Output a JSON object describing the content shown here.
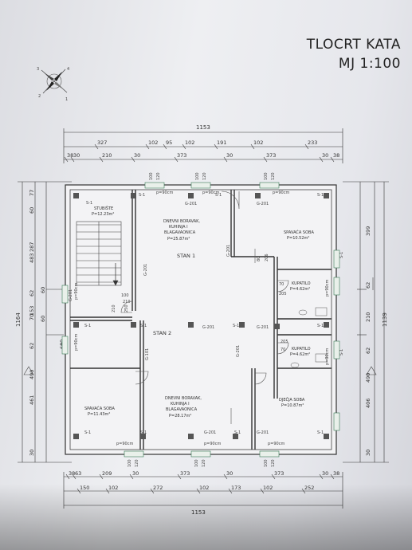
{
  "title": {
    "line1": "TLOCRT KATA",
    "line2": "MJ 1:100"
  },
  "dims": {
    "top_total": "1153",
    "top_row1": [
      "327",
      "102",
      "95",
      "102",
      "191",
      "102",
      "233"
    ],
    "top_row2": [
      "38",
      "30",
      "210",
      "30",
      "373",
      "30",
      "373",
      "30",
      "38"
    ],
    "bottom_row1": [
      "38",
      "63",
      "209",
      "30",
      "373",
      "30",
      "373",
      "30",
      "38"
    ],
    "bottom_row2": [
      "150",
      "102",
      "272",
      "102",
      "173",
      "102",
      "252"
    ],
    "bottom_total": "1153",
    "left_total": "1164",
    "left_row": [
      "77",
      "60",
      "287",
      "483",
      "62",
      "153",
      "70",
      "62",
      "490",
      "461",
      "30"
    ],
    "left_misc": [
      "60",
      "60",
      "60",
      "60"
    ],
    "right_total": "1139",
    "right_row": [
      "399",
      "62",
      "210",
      "62",
      "490",
      "406",
      "30"
    ]
  },
  "rooms": {
    "stubiste": {
      "name": "STUBIŠTE",
      "area": "P=12.23m²"
    },
    "boravak1": {
      "l1": "DNEVNI BORAVAK,",
      "l2": "KUHINJA I",
      "l3": "BLAGAVAONICA",
      "area": "P=25.87m²"
    },
    "spavaca1": {
      "name": "SPAVAĆA SOBA",
      "area": "P=10.52m²"
    },
    "kupatilo1": {
      "name": "KUPATILO",
      "area": "P=4.62m²"
    },
    "kupatilo2": {
      "name": "KUPATILO",
      "area": "P=4.62m²"
    },
    "spavaca2": {
      "name": "SPAVAĆA SOBA",
      "area": "P=11.43m²"
    },
    "boravak2": {
      "l1": "DNEVNI BORAVAK,",
      "l2": "KUHINJA I",
      "l3": "BLAGAVAONICA",
      "area": "P=28.17m²"
    },
    "djecja": {
      "name": "DJEČJA SOBA",
      "area": "P=10.87m²"
    }
  },
  "labels": {
    "stan1": "STAN 1",
    "stan2": "STAN 2",
    "g201": "G-201",
    "g101": "G-101",
    "s1": "S-1",
    "p90": "p=90cm",
    "w100": "100",
    "w120": "120",
    "d70": "70",
    "d205": "205",
    "d80": "80",
    "d206": "206",
    "d100": "100",
    "d210": "210",
    "d250": "250"
  }
}
